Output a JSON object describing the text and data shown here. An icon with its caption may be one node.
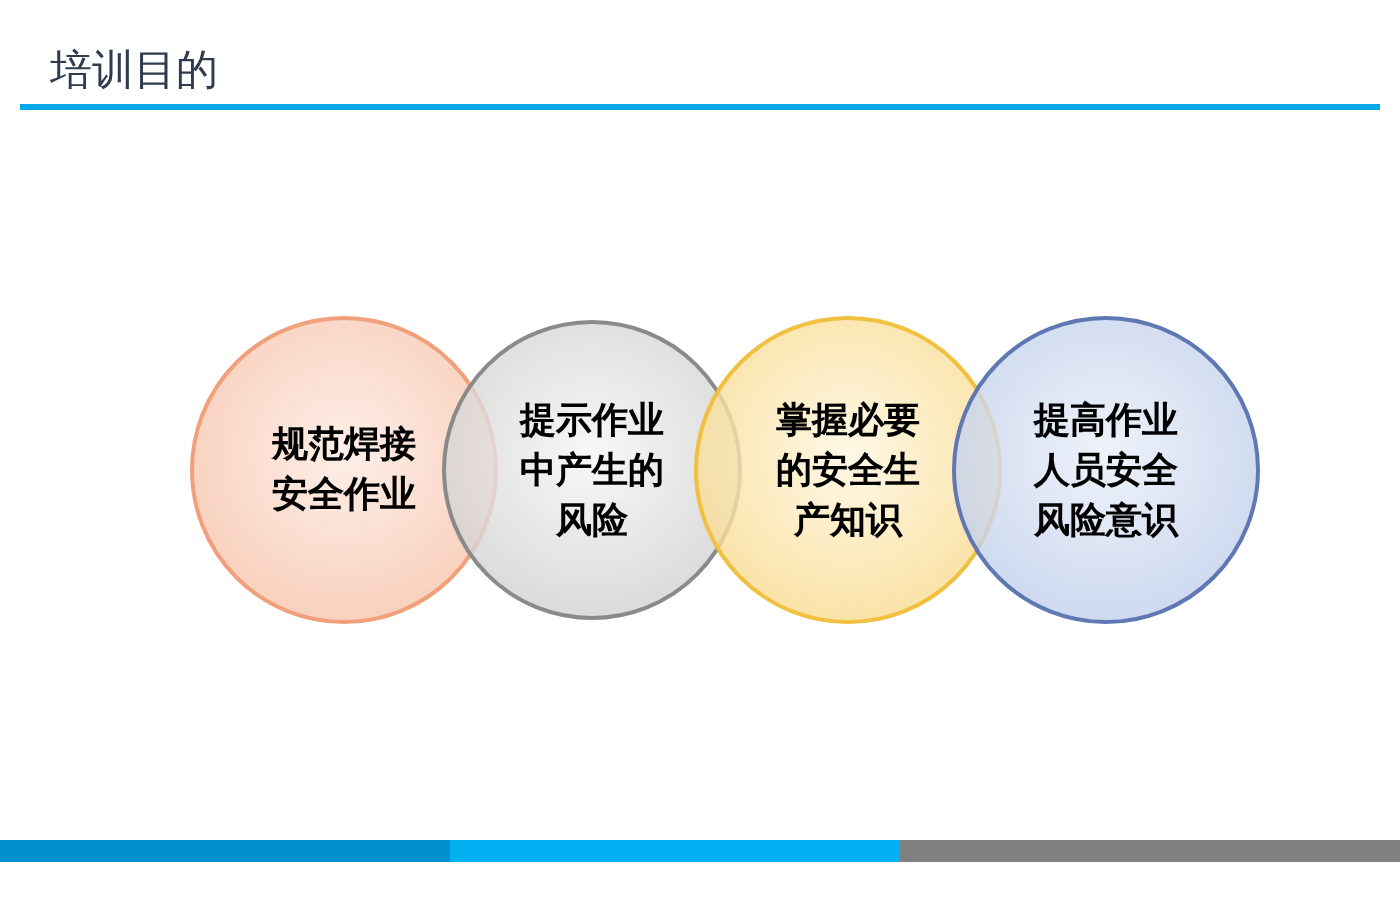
{
  "diagram": {
    "title": "培训目的",
    "nodes": [
      {
        "text": [
          "规范焊接安全作业"
        ]
      },
      {
        "text": [
          "提示作业中产生的风险"
        ]
      },
      {
        "text": [
          "掌握必要的安全生产知识"
        ]
      },
      {
        "text": [
          "提高作业人员安全风险意识"
        ]
      }
    ]
  }
}
